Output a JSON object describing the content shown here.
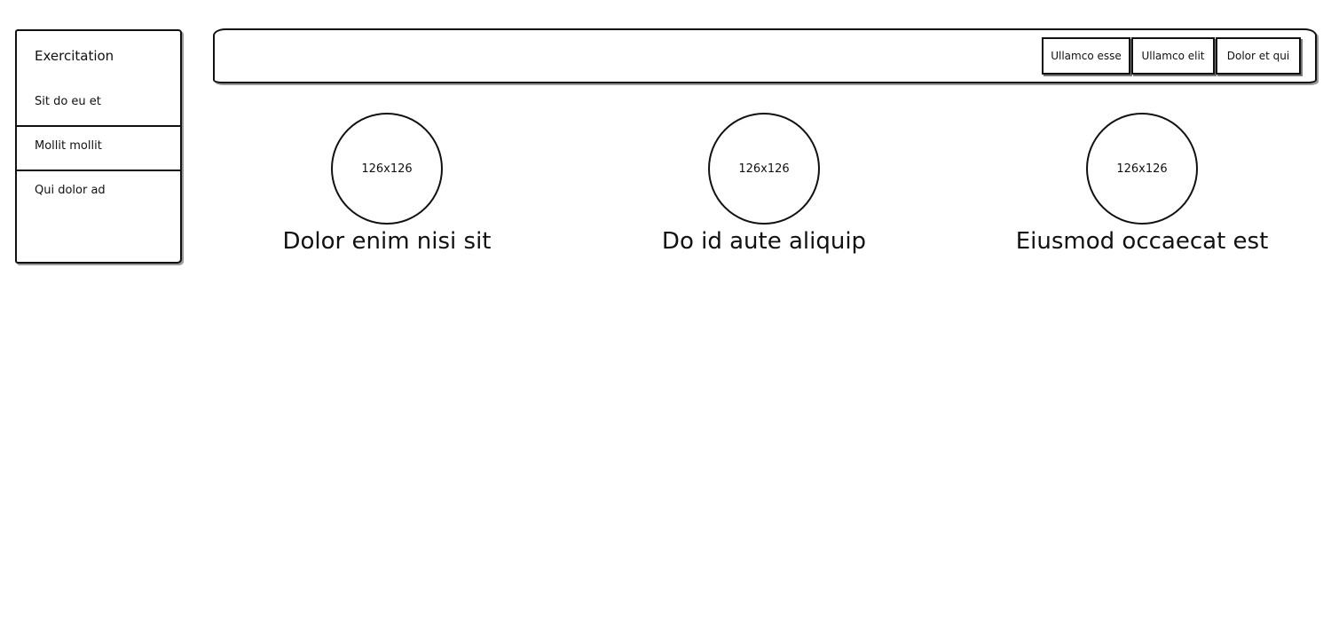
{
  "sidebar": {
    "title": "Exercitation",
    "items": [
      {
        "label": "Sit do eu et"
      },
      {
        "label": "Mollit mollit"
      },
      {
        "label": "Qui dolor ad"
      }
    ]
  },
  "topbar": {
    "buttons": [
      {
        "label": "Ullamco esse"
      },
      {
        "label": "Ullamco elit"
      },
      {
        "label": "Dolor et qui"
      }
    ]
  },
  "features": [
    {
      "image_label": "126x126",
      "title": "Dolor enim nisi sit"
    },
    {
      "image_label": "126x126",
      "title": "Do id aute aliquip"
    },
    {
      "image_label": "126x126",
      "title": "Eiusmod occaecat est"
    }
  ],
  "colors": {
    "stroke": "#111111",
    "background": "#ffffff",
    "shadow": "#999999"
  }
}
